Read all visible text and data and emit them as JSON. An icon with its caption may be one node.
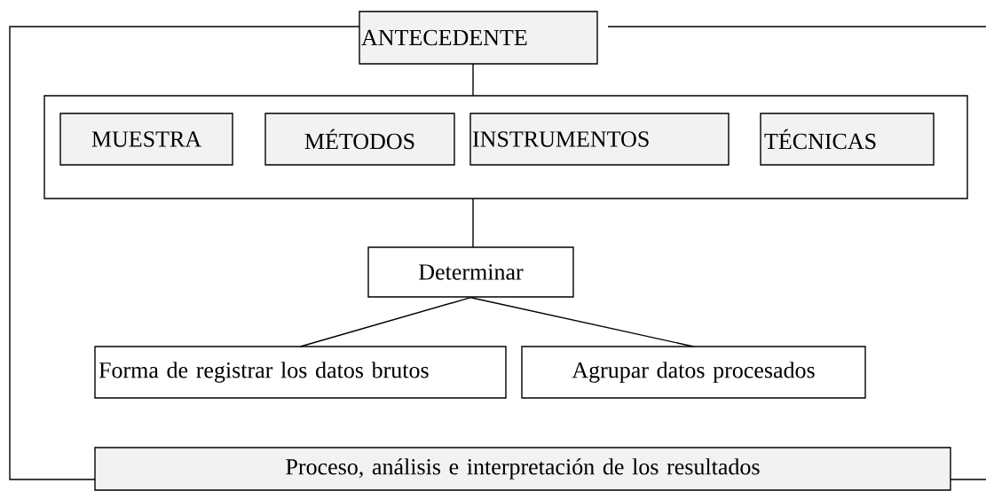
{
  "diagram": {
    "nodes": [
      {
        "text": [
          "ANTECEDENTE"
        ]
      },
      {
        "text": [],
        "shape": "box"
      },
      {
        "text": [
          "MUESTRA"
        ],
        "in": 1
      },
      {
        "text": [
          "MÉTODOS"
        ],
        "in": 1
      },
      {
        "text": [
          "INSTRUMENTOS"
        ],
        "in": 1
      },
      {
        "text": [
          "TÉCNICAS"
        ],
        "in": 1
      },
      {
        "text": [
          "Determinar"
        ]
      },
      {
        "text": [
          "Forma de registrar los datos brutos"
        ]
      },
      {
        "text": [
          "Agrupar datos procesados"
        ]
      },
      {
        "text": [
          "Proceso, análisis e interpretación de los resultados"
        ]
      }
    ],
    "edges": [
      {
        "from": 0,
        "to": 1,
        "arrow": "none"
      },
      {
        "from": 1,
        "to": 6,
        "arrow": "none"
      },
      {
        "from": 6,
        "to": 7,
        "arrow": "none"
      },
      {
        "from": 6,
        "to": 8,
        "arrow": "none"
      },
      {
        "from": 0,
        "to": 9,
        "arrow": "none"
      },
      {
        "from": 0,
        "to": 9,
        "arrow": "none"
      }
    ]
  }
}
